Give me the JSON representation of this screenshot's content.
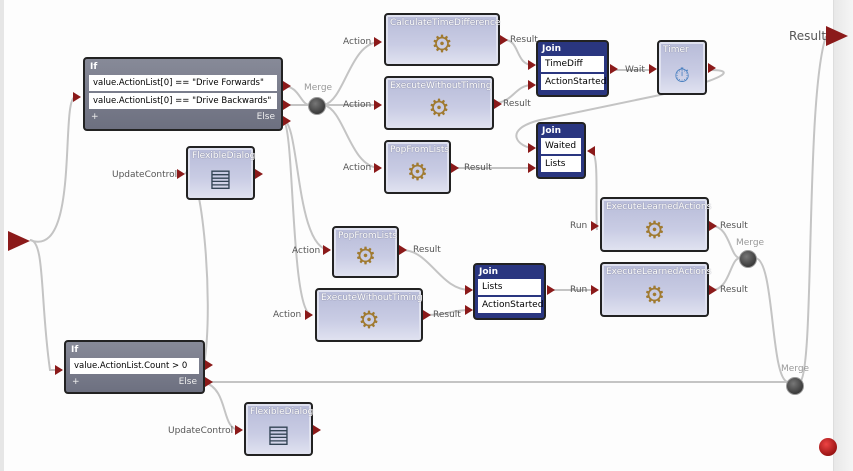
{
  "if1": {
    "title": "If",
    "conditions": [
      "value.ActionList[0] == \"Drive Forwards\"",
      "value.ActionList[0] == \"Drive Backwards\""
    ],
    "add": "+",
    "else": "Else"
  },
  "if2": {
    "title": "If",
    "conditions": [
      "value.ActionList.Count > 0"
    ],
    "add": "+",
    "else": "Else"
  },
  "activities": {
    "calc": "CalculateTimeDifference",
    "ewt1": "ExecuteWithoutTiming",
    "pop1": "PopFromLists",
    "flex1": "FlexibleDialog",
    "ela1": "ExecuteLearnedActions",
    "ela2": "ExecuteLearnedActions",
    "pop2": "PopFromLists",
    "ewt2": "ExecuteWithoutTiming",
    "flex2": "FlexibleDialog",
    "timer": "Timer"
  },
  "joins": {
    "j1": {
      "title": "Join",
      "rows": [
        "TimeDiff",
        "ActionStarted"
      ]
    },
    "j2": {
      "title": "Join",
      "rows": [
        "Waited",
        "Lists"
      ]
    },
    "j3": {
      "title": "Join",
      "rows": [
        "Lists",
        "ActionStarted"
      ]
    }
  },
  "labels": {
    "action": "Action",
    "result": "Result",
    "wait": "Wait",
    "run": "Run",
    "update": "UpdateControl",
    "merge": "Merge",
    "output": "Result"
  },
  "colors": {
    "pin": "#8b1a1a",
    "join": "#2a3680",
    "if": "#757888",
    "activity": "#c0c3de"
  }
}
